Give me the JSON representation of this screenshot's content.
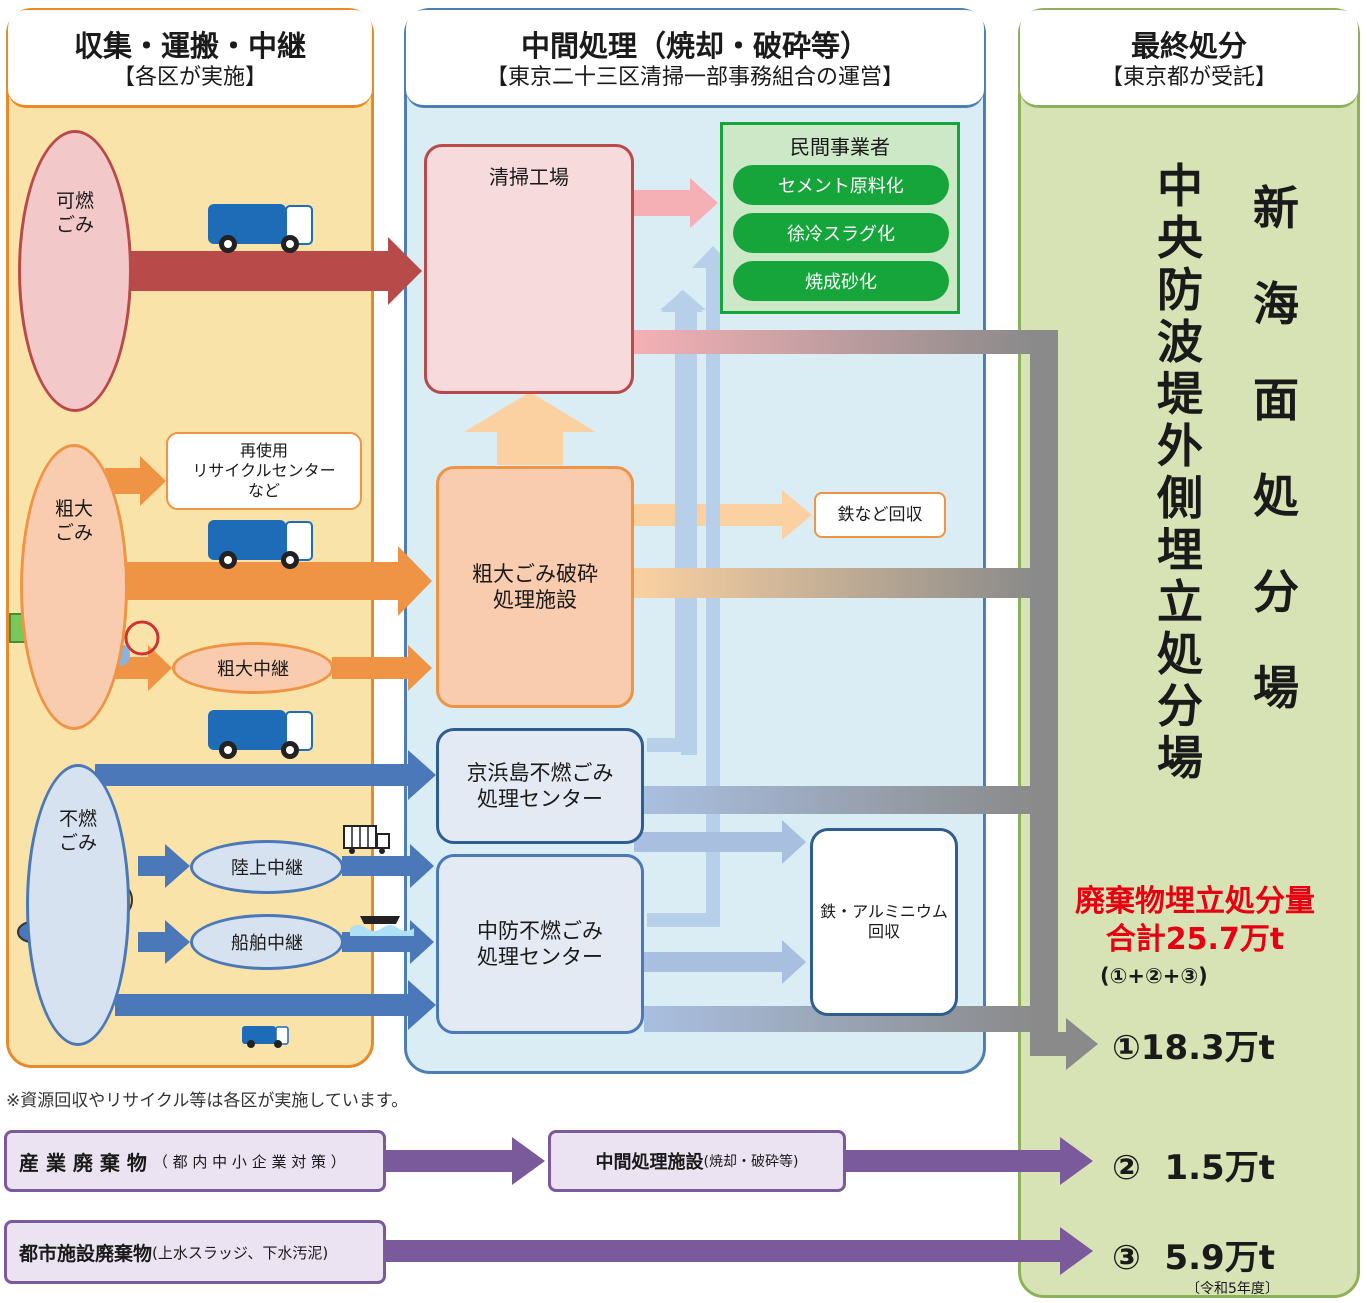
{
  "columns": {
    "collection": {
      "title": "収集・運搬・中継",
      "sub": "【各区が実施】"
    },
    "intermediate": {
      "title": "中間処理（焼却・破砕等）",
      "sub": "【東京二十三区清掃一部事務組合の運営】"
    },
    "final": {
      "title": "最終処分",
      "sub": "【東京都が受託】"
    }
  },
  "waste_types": {
    "burnable": "可燃\nごみ",
    "bulky": "粗大\nごみ",
    "nonburnable": "不燃\nごみ"
  },
  "relay": {
    "bulky": "粗大中継",
    "land": "陸上中継",
    "ship": "船舶中継"
  },
  "reuse_box": "再使用\nリサイクルセンター\nなど",
  "facilities": {
    "plant": "清掃工場",
    "bulky_crush": "粗大ごみ破砕\n処理施設",
    "keihin": "京浜島不燃ごみ\n処理センター",
    "chubo": "中防不燃ごみ\n処理センター"
  },
  "private": {
    "title": "民間事業者",
    "items": [
      "セメント原料化",
      "徐冷スラグ化",
      "焼成砂化"
    ]
  },
  "recovery": {
    "iron": "鉄など回収",
    "iron_al": "鉄・アルミニウム\n回収"
  },
  "landfill": {
    "outer": "中央防波堤外側埋立処分場",
    "new": "新海面処分場"
  },
  "totals": {
    "label1": "廃棄物埋立処分量",
    "label2": "合計25.7万t",
    "formula": "(①+②+③)",
    "v1": "①18.3万t",
    "v2": "②  1.5万t",
    "v3": "③  5.9万t",
    "year": "〔令和5年度〕"
  },
  "note": "※資源回収やリサイクル等は各区が実施しています。",
  "industrial": {
    "label": "産 業 廃 棄 物",
    "paren": "（ 都 内 中 小 企 業 対 策 ）",
    "mid_label": "中間処理施設",
    "mid_paren": "(焼却・破砕等)"
  },
  "urban": {
    "label": "都市施設廃棄物",
    "paren": "(上水スラッジ、下水汚泥)"
  },
  "colors": {
    "burn": "#b94a4a",
    "bulky": "#ee9444",
    "nonburn": "#4a78b8",
    "gray": "#8a8a8a",
    "purple": "#7a5a9a"
  }
}
